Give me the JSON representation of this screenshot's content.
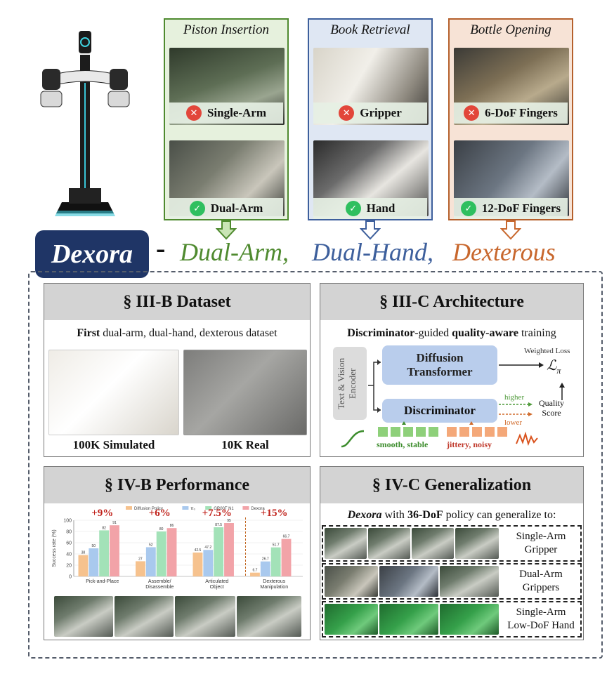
{
  "tasks": [
    {
      "title": "Piston Insertion",
      "fail_label": "Single-Arm",
      "success_label": "Dual-Arm",
      "color": "#4f8a2f",
      "fill": "#e6f1dd"
    },
    {
      "title": "Book Retrieval",
      "fail_label": "Gripper",
      "success_label": "Hand",
      "color": "#3d5f9c",
      "fill": "#dfe7f3"
    },
    {
      "title": "Bottle Opening",
      "fail_label": "6-DoF Fingers",
      "success_label": "12-DoF Fingers",
      "color": "#b5602c",
      "fill": "#f7e3d6"
    }
  ],
  "tagline": {
    "name": "Dexora",
    "dash": "-",
    "word1": "Dual-Arm,",
    "word2": "Dual-Hand,",
    "word3": "Dexterous",
    "badge_color": "#1f3566",
    "c1": "#4f8a2f",
    "c2": "#3d5f9c",
    "c3": "#c8672d"
  },
  "dataset": {
    "title": "§ III-B  Dataset",
    "subtitle_bold": "First",
    "subtitle_rest": " dual-arm, dual-hand, dexterous dataset",
    "sim_label": "100K Simulated",
    "real_label": "10K Real"
  },
  "architecture": {
    "title": "§ III-C Architecture",
    "sub_b1": "Discriminator",
    "sub_t1": "-guided ",
    "sub_b2": "quality-aware",
    "sub_t2": " training",
    "encoder": "Text & Vision Encoder",
    "diffusion": "Diffusion Transformer",
    "discriminator": "Discriminator",
    "weighted_loss": "Weighted Loss",
    "loss_symbol": "ℒ",
    "loss_sub": "π",
    "quality": "Quality Score",
    "higher": "higher",
    "lower": "lower",
    "smooth": "smooth, stable",
    "jittery": "jittery, noisy"
  },
  "performance": {
    "title": "§ IV-B Performance"
  },
  "chart_data": {
    "type": "bar",
    "categories": [
      "Pick-and-Place",
      "Assemble/Disassemble",
      "Articulated Object",
      "Dexterous Manipulation"
    ],
    "series": [
      {
        "name": "Diffusion Policy",
        "values": [
          38,
          27,
          42.5,
          6.7
        ],
        "color": "#f6c28e"
      },
      {
        "name": "π₀",
        "values": [
          50,
          52,
          47.2,
          26.7
        ],
        "color": "#a9c9ee"
      },
      {
        "name": "GR00T N1",
        "values": [
          82,
          80,
          87.5,
          51.7
        ],
        "color": "#a3e2b8"
      },
      {
        "name": "Dexora",
        "values": [
          91,
          86,
          95,
          66.7
        ],
        "color": "#f2a3a8"
      }
    ],
    "improvements": [
      "+9%",
      "+6%",
      "+7.5%",
      "+15%"
    ],
    "ylabel": "Success rate (%)",
    "ylim": [
      0,
      100
    ],
    "yticks": [
      0,
      20,
      40,
      60,
      80,
      100
    ]
  },
  "generalization": {
    "title": "§ IV-C Generalization",
    "sub_b1": "Dexora",
    "sub_t1": " with ",
    "sub_b2": "36-DoF",
    "sub_t2": " policy can generalize to:",
    "rows": [
      {
        "label": "Single-Arm\nGripper"
      },
      {
        "label": "Dual-Arm\nGrippers"
      },
      {
        "label": "Single-Arm\nLow-DoF Hand"
      }
    ]
  },
  "icons": {
    "fail": "x-circle-icon",
    "success": "check-circle-icon",
    "arrow": "down-arrow-icon"
  }
}
